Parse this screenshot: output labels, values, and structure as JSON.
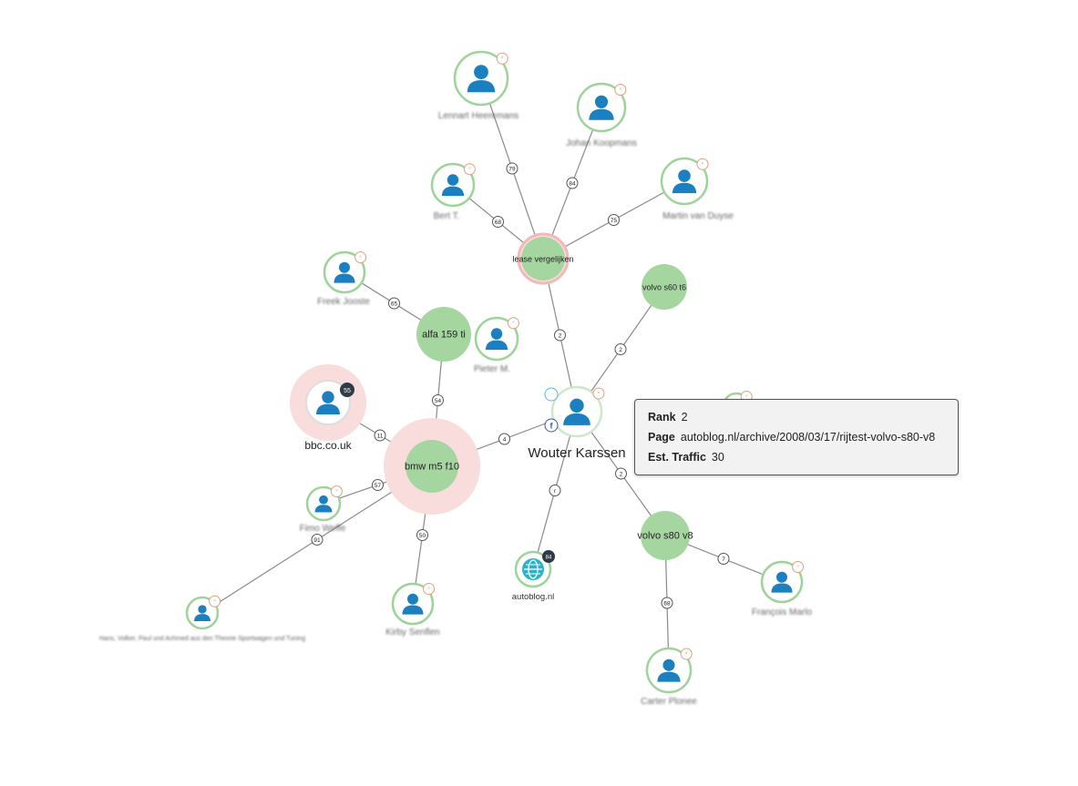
{
  "graph": {
    "center": {
      "name": "Wouter Karssen",
      "rank": "",
      "social": [
        "twitter",
        "facebook"
      ]
    },
    "keyword_nodes": [
      {
        "id": "lease",
        "label": "lease vergelijken",
        "highlight": true
      },
      {
        "id": "alfa",
        "label": "alfa 159 ti",
        "highlight": false
      },
      {
        "id": "bmw",
        "label": "bmw m5 f10",
        "highlight": true
      },
      {
        "id": "volvo_s60",
        "label": "volvo s60 t6",
        "highlight": false
      },
      {
        "id": "volvo_s80",
        "label": "volvo s80 v8",
        "highlight": false
      }
    ],
    "site_nodes": [
      {
        "id": "autoblog",
        "label": "autoblog.nl",
        "badge": "84"
      },
      {
        "id": "bbc",
        "label": "bbc.co.uk",
        "badge": "55"
      }
    ],
    "person_nodes": [
      {
        "id": "p_lennart",
        "label": "Lennart Heeremans"
      },
      {
        "id": "p_johan",
        "label": "Johan Koopmans"
      },
      {
        "id": "p_bert",
        "label": "Bert T."
      },
      {
        "id": "p_martin",
        "label": "Martin van Duyse"
      },
      {
        "id": "p_freek",
        "label": "Freek Jooste"
      },
      {
        "id": "p_mid",
        "label": "Pieter M."
      },
      {
        "id": "p_fimo",
        "label": "Fimo Weffe"
      },
      {
        "id": "p_long",
        "label": "Hans, Volker, Paul und Achmed aus den Theorie Sportwagen und Tuning"
      },
      {
        "id": "p_kirby",
        "label": "Kirby Senflen"
      },
      {
        "id": "p_carter",
        "label": "Carter Plonee"
      },
      {
        "id": "p_francois",
        "label": "François Marlo"
      },
      {
        "id": "p_right",
        "label": ""
      }
    ],
    "edges": [
      {
        "from": "lease",
        "to": "p_lennart",
        "label": "79"
      },
      {
        "from": "lease",
        "to": "p_johan",
        "label": "84"
      },
      {
        "from": "lease",
        "to": "p_bert",
        "label": "68"
      },
      {
        "from": "lease",
        "to": "p_martin",
        "label": "75"
      },
      {
        "from": "center",
        "to": "lease",
        "label": "2"
      },
      {
        "from": "alfa",
        "to": "p_freek",
        "label": "65"
      },
      {
        "from": "bmw",
        "to": "alfa",
        "label": "54"
      },
      {
        "from": "center",
        "to": "volvo_s60",
        "label": "2"
      },
      {
        "from": "center",
        "to": "bmw",
        "label": "4"
      },
      {
        "from": "bmw",
        "to": "bbc",
        "label": "11"
      },
      {
        "from": "bmw",
        "to": "p_fimo",
        "label": "57"
      },
      {
        "from": "bmw",
        "to": "p_long",
        "label": "91"
      },
      {
        "from": "bmw",
        "to": "p_kirby",
        "label": "50"
      },
      {
        "from": "center",
        "to": "autoblog",
        "label": "r"
      },
      {
        "from": "center",
        "to": "volvo_s80",
        "label": "2"
      },
      {
        "from": "volvo_s80",
        "to": "p_carter",
        "label": "68"
      },
      {
        "from": "volvo_s80",
        "to": "p_francois",
        "label": "7"
      }
    ]
  },
  "tooltip": {
    "rank_label": "Rank",
    "rank_value": "2",
    "page_label": "Page",
    "page_value": "autoblog.nl/archive/2008/03/17/rijtest-volvo-s80-v8",
    "traffic_label": "Est. Traffic",
    "traffic_value": "30"
  },
  "colors": {
    "keyword_fill": "#a5d6a0",
    "highlight_halo": "#f9dcdc",
    "avatar_ring": "#9ed39a",
    "avatar_blue": "#1b7fc0",
    "edge": "#8a8a8a",
    "badge_dark": "#2f3b47"
  },
  "icons": {
    "person": "user-silhouette-icon",
    "site": "globe-icon",
    "twitter": "twitter-icon",
    "facebook": "facebook-icon",
    "rank_badge": "rank-badge-icon"
  }
}
